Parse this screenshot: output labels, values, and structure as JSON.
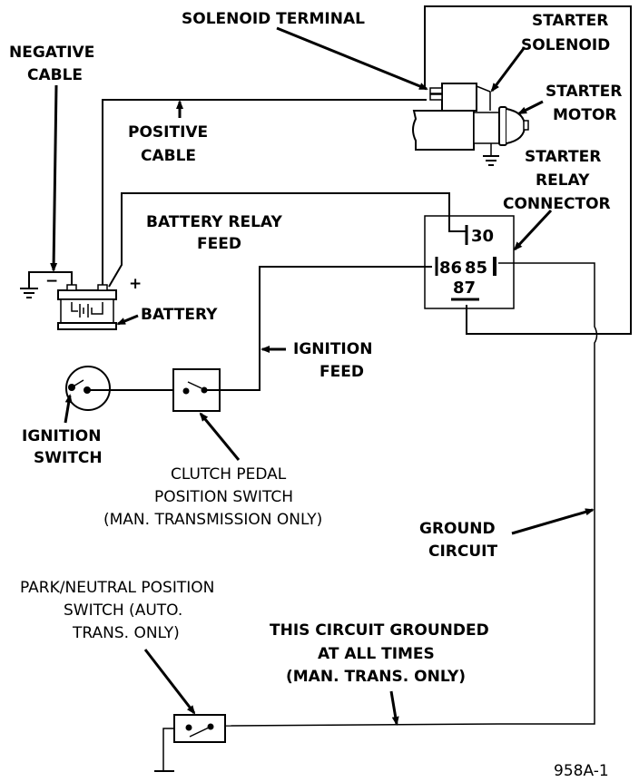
{
  "labels": {
    "solenoid_terminal": "SOLENOID TERMINAL",
    "starter_solenoid": [
      "STARTER",
      "SOLENOID"
    ],
    "negative_cable": [
      "NEGATIVE",
      "CABLE"
    ],
    "positive_cable": [
      "POSITIVE",
      "CABLE"
    ],
    "starter_motor": [
      "STARTER",
      "MOTOR"
    ],
    "starter_relay_connector": [
      "STARTER",
      "RELAY",
      "CONNECTOR"
    ],
    "battery_relay_feed": [
      "BATTERY RELAY",
      "FEED"
    ],
    "battery": "BATTERY",
    "battery_minus": "−",
    "battery_plus": "+",
    "ignition_feed": [
      "IGNITION",
      "FEED"
    ],
    "ignition_switch": [
      "IGNITION",
      "SWITCH"
    ],
    "clutch_pedal_switch": [
      "CLUTCH PEDAL",
      "POSITION SWITCH",
      "(MAN. TRANSMISSION ONLY)"
    ],
    "ground_circuit": [
      "GROUND",
      "CIRCUIT"
    ],
    "park_neutral_switch": [
      "PARK/NEUTRAL POSITION",
      "SWITCH (AUTO.",
      "TRANS. ONLY)"
    ],
    "grounded_note": [
      "THIS CIRCUIT GROUNDED",
      "AT ALL TIMES",
      "(MAN. TRANS. ONLY)"
    ],
    "figure_id": "958A-1"
  },
  "relay_pins": {
    "pin30": "30",
    "pin86": "86",
    "pin85": "85",
    "pin87": "87"
  }
}
